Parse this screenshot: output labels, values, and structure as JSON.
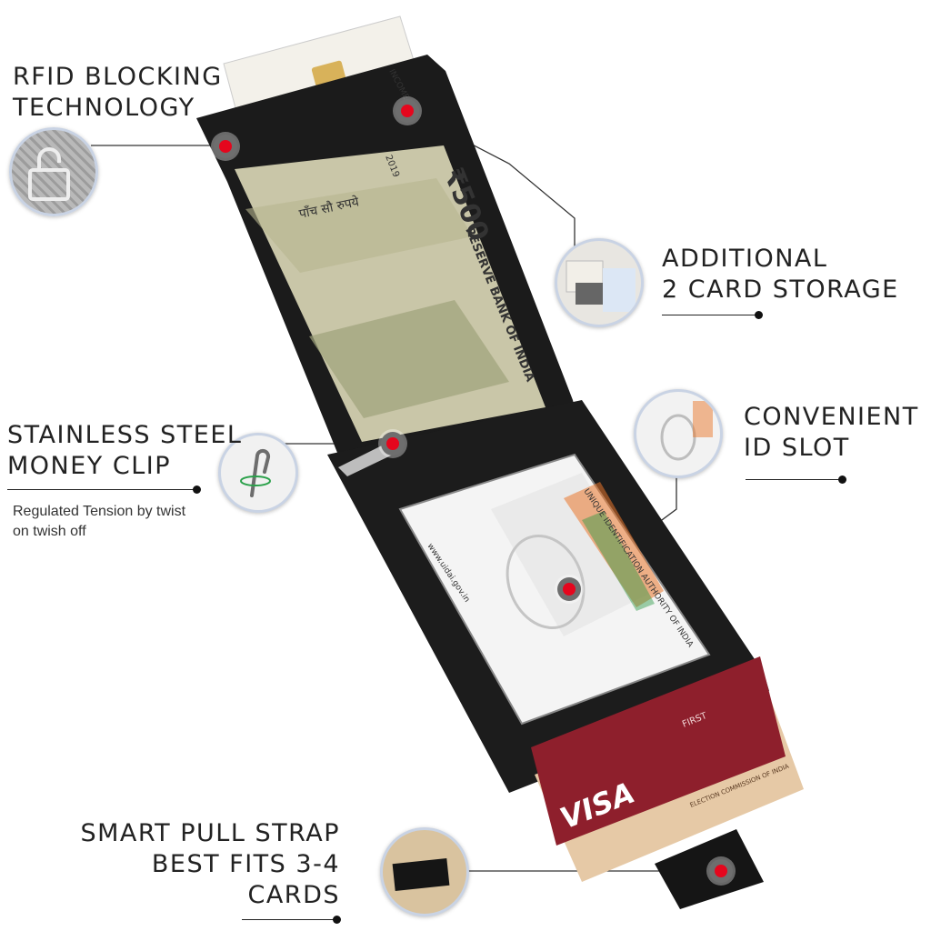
{
  "callouts": {
    "rfid": {
      "line1": "RFID BLOCKING",
      "line2": "TECHNOLOGY"
    },
    "storage": {
      "line1": "ADDITIONAL",
      "line2": "2 CARD STORAGE"
    },
    "clip": {
      "line1": "STAINLESS STEEL",
      "line2": "MONEY CLIP",
      "sub1": "Regulated Tension by twist",
      "sub2": "on twish off"
    },
    "idslot": {
      "line1": "CONVENIENT",
      "line2": "ID SLOT"
    },
    "strap": {
      "line1": "SMART PULL STRAP",
      "line2": "BEST FITS 3-4",
      "line3": "CARDS"
    }
  },
  "product": {
    "note_value": "₹500",
    "note_bank": "RESERVE BANK OF INDIA",
    "note_hindi": "पाँच सौ रुपये",
    "note_year": "2019",
    "card_pan": "INCOME TAX",
    "card_visa": "VISA",
    "card_first": "FIRST",
    "card_id_url": "www.uidai.gov.in",
    "card_id_authority": "UNIQUE IDENTIFICATION AUTHORITY OF INDIA",
    "card_voter": "ELECTION COMMISSION OF INDIA"
  },
  "colors": {
    "hotspot": "#e5061d",
    "leather": "#1b1b1b",
    "note": "#c9c6a8",
    "visa_card": "#8e1f2c",
    "text": "#222222"
  }
}
